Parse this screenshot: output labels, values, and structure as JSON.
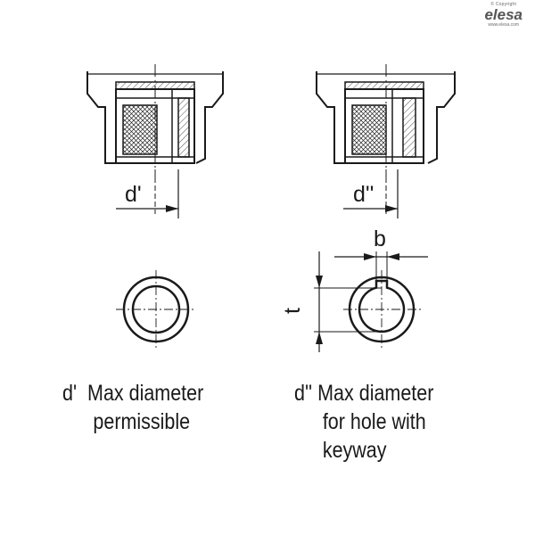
{
  "logo": {
    "copyright": "© Copyright",
    "brand": "elesa",
    "url": "www.elesa.com"
  },
  "dimensions": {
    "d_single": "d'",
    "d_double": "d''",
    "b": "b",
    "t": "t"
  },
  "captions": {
    "left": {
      "symbol": "d'",
      "line1": "Max diameter",
      "line2": "permissible"
    },
    "right": {
      "symbol": "d''",
      "line1": "Max diameter",
      "line2": "for hole with",
      "line3": "keyway"
    }
  }
}
